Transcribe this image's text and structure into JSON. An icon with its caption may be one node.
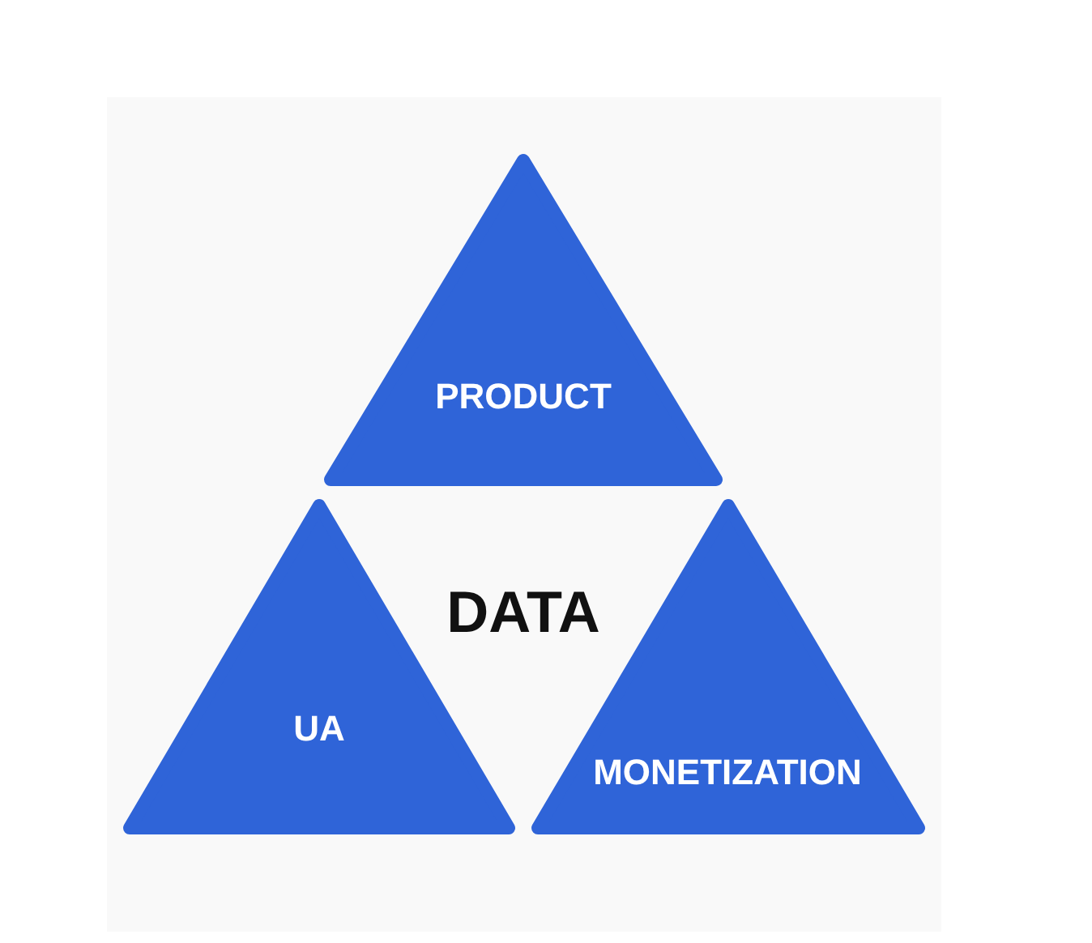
{
  "diagram": {
    "nodes": [
      {
        "text": [
          "PRODUCT"
        ]
      },
      {
        "text": [
          "UA"
        ]
      },
      {
        "text": [
          "MONETIZATION"
        ]
      }
    ],
    "labels": [
      "DATA"
    ]
  }
}
